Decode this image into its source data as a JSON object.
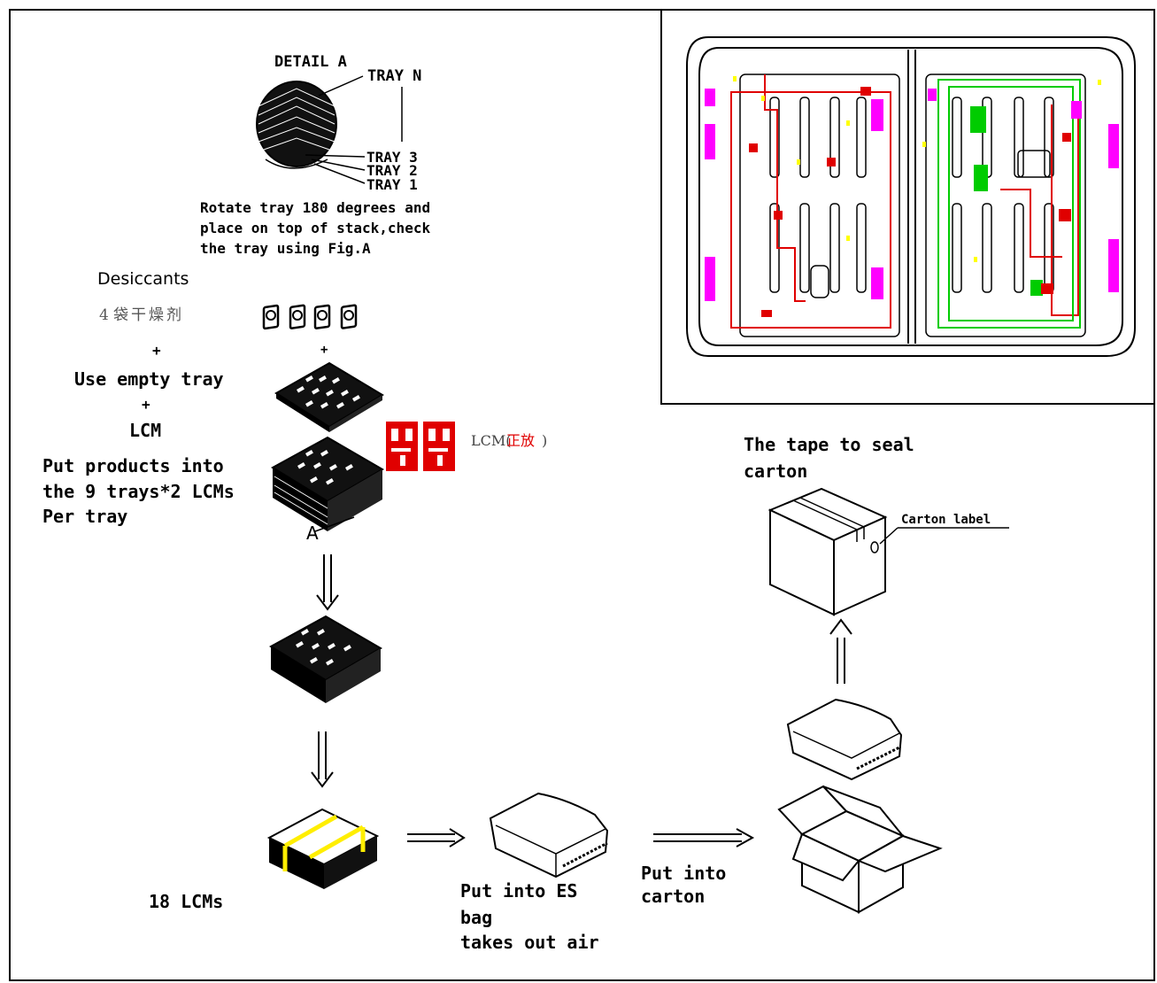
{
  "detail": {
    "title": "DETAIL A",
    "tray_n": "TRAY N",
    "tray_3": "TRAY 3",
    "tray_2": "TRAY 2",
    "tray_1": "TRAY 1",
    "instruction_line1": "Rotate tray 180 degrees and",
    "instruction_line2": "place on top of stack,check",
    "instruction_line3": "the tray using Fig.A"
  },
  "left_steps": {
    "desiccants_label": "Desiccants",
    "desiccants_cn_count": "4",
    "desiccants_cn_text": "袋干燥剂",
    "plus": "+",
    "empty_tray": "Use empty tray",
    "lcm": "LCM",
    "put_products_line1": "Put products into",
    "put_products_line2": "the 9 trays*2 LCMs",
    "put_products_line3": "Per tray"
  },
  "lcm_orientation": {
    "prefix": "LCM(",
    "cn": "正放",
    "suffix": ")"
  },
  "stack_label": "A",
  "bundle_label": "18 LCMs",
  "es_bag": {
    "line1": "Put into ES",
    "line2": "bag",
    "line3": "takes out air"
  },
  "carton_step": {
    "line1": "Put into",
    "line2": "carton"
  },
  "seal": {
    "line1": "The tape to seal",
    "line2": "carton",
    "carton_label": "Carton label"
  },
  "colors": {
    "red": "#e00000",
    "magenta": "#ff00ff",
    "green": "#00cc00",
    "yellow": "#ffff00",
    "black": "#000000"
  }
}
